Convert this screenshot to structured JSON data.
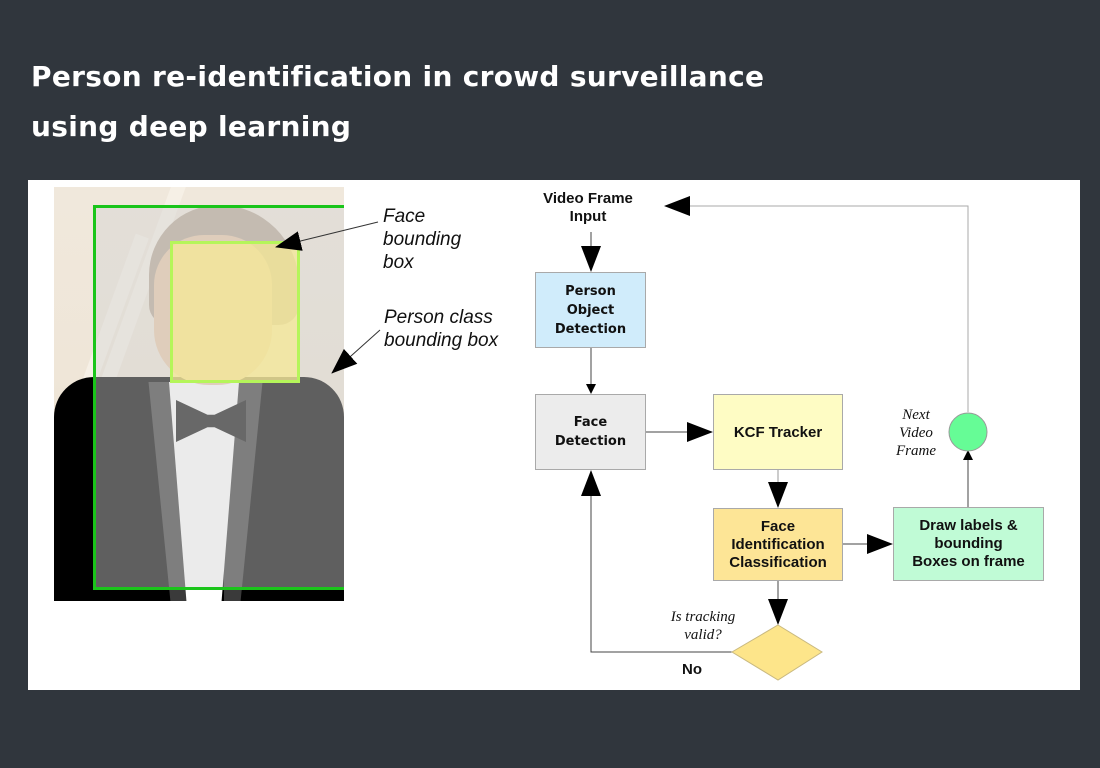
{
  "slide": {
    "title_lines": [
      "Person re-identification in crowd surveillance",
      "using deep learning"
    ],
    "background_color": "#30363d"
  },
  "photo_annotations": {
    "face_box_label": [
      "Face",
      "bounding",
      "box"
    ],
    "person_box_label": [
      "Person class",
      "bounding box"
    ],
    "colors": {
      "person_box": "#1ac51a",
      "face_box": "#b5f55a"
    }
  },
  "flowchart": {
    "input_label": [
      "Video Frame",
      "Input"
    ],
    "nodes": {
      "person_detection": {
        "lines": [
          "Person",
          "Object",
          "Detection"
        ],
        "color": "#d0ecfb"
      },
      "face_detection": {
        "lines": [
          "Face",
          "Detection"
        ],
        "color": "#ececec"
      },
      "kcf_tracker": {
        "lines": [
          "KCF Tracker"
        ],
        "color": "#fefcc4"
      },
      "face_identification": {
        "lines": [
          "Face",
          "Identification",
          "Classification"
        ],
        "color": "#fde596"
      },
      "draw_labels": {
        "lines": [
          "Draw labels &",
          "bounding",
          "Boxes on frame"
        ],
        "color": "#c0fbd6"
      },
      "next_frame_connector": {
        "color": "#66fc96"
      },
      "decision": {
        "color": "#fde58a"
      }
    },
    "next_frame_label": [
      "Next",
      "Video",
      "Frame"
    ],
    "decision_question": [
      "Is tracking",
      "valid?"
    ],
    "decision_no_label": "No"
  }
}
